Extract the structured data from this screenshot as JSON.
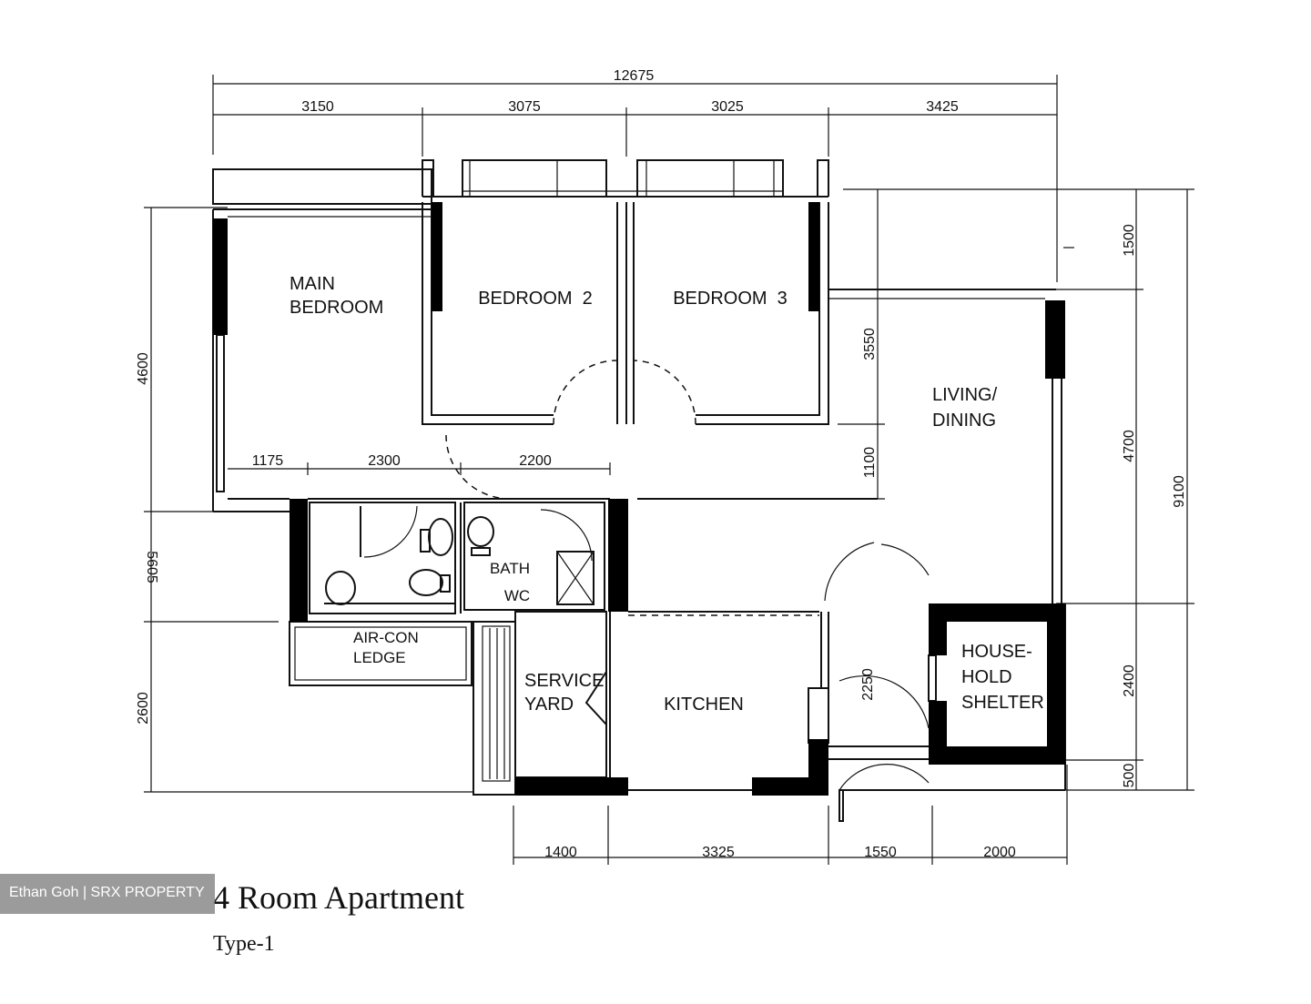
{
  "dimensions": {
    "overall_width": "12675",
    "top_segments": [
      "3150",
      "3075",
      "3025",
      "3425"
    ],
    "right_inner": [
      "1500",
      "4700",
      "2400",
      "500"
    ],
    "right_overall": "9100",
    "left": [
      "4600",
      "5605",
      "2600"
    ],
    "bottom": [
      "1400",
      "3325",
      "1550",
      "2000"
    ],
    "inner_horizontal": [
      "1175",
      "2300",
      "2200"
    ],
    "living_vertical": [
      "3550",
      "1100"
    ],
    "kitchen_vertical": "2250"
  },
  "rooms": {
    "main_bedroom_line1": "MAIN",
    "main_bedroom_line2": "BEDROOM",
    "bedroom2": "BEDROOM  2",
    "bedroom3": "BEDROOM  3",
    "living_line1": "LIVING/",
    "living_line2": "DINING",
    "aircon_line1": "AIR-CON",
    "aircon_line2": "LEDGE",
    "service_line1": "SERVICE",
    "service_line2": "YARD",
    "kitchen": "KITCHEN",
    "shelter_line1": "HOUSE-",
    "shelter_line2": "HOLD",
    "shelter_line3": "SHELTER",
    "bath_label1": "BATH",
    "bath_label2": "WC"
  },
  "caption": {
    "title": "4 Room Apartment",
    "subtitle": "Type-1"
  },
  "watermark": "Ethan Goh | SRX PROPERTY"
}
